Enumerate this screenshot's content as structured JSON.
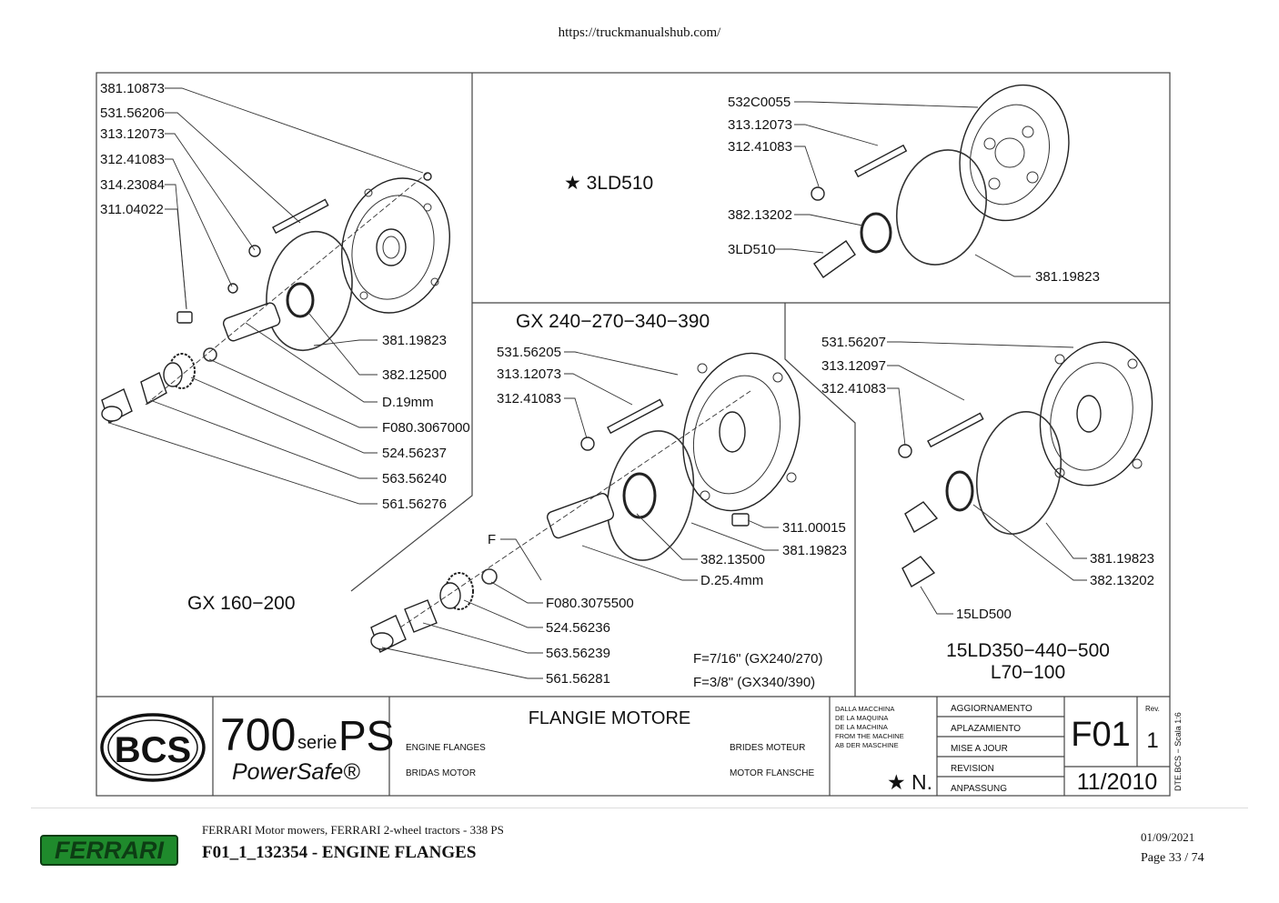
{
  "header_url": "https://truckmanualshub.com/",
  "panels": {
    "gx160": {
      "title": "GX 160−200",
      "labels_left": [
        "381.10873",
        "531.56206",
        "313.12073",
        "312.41083",
        "314.23084",
        "311.04022"
      ],
      "labels_right": [
        "381.19823",
        "382.12500",
        "D.19mm",
        "F080.3067000",
        "524.56237",
        "563.56240",
        "561.56276"
      ]
    },
    "ld510": {
      "title": "★ 3LD510",
      "labels": [
        "532C0055",
        "313.12073",
        "312.41083",
        "382.13202",
        "3LD510",
        "381.19823"
      ]
    },
    "gx240": {
      "title": "GX 240−270−340−390",
      "labels_left": [
        "531.56205",
        "313.12073",
        "312.41083"
      ],
      "labels_right": [
        "311.00015",
        "381.19823",
        "382.13500",
        "D.25.4mm"
      ],
      "labels_bottom": [
        "F",
        "F080.3075500",
        "524.56236",
        "563.56239",
        "561.56281"
      ],
      "note1": "F=7/16\" (GX240/270)",
      "note2": "F=3/8\" (GX340/390)"
    },
    "ld350": {
      "title1": "15LD350−440−500",
      "title2": "L70−100",
      "labels_left": [
        "531.56207",
        "313.12097",
        "312.41083"
      ],
      "labels_right": [
        "381.19823",
        "382.13202"
      ],
      "label_bottom": "15LD500"
    }
  },
  "title_block": {
    "brand": "BCS",
    "model_num": "700",
    "model_serie": "serie",
    "model_ps": "PS",
    "model_name": "PowerSafe®",
    "title_it": "FLANGIE MOTORE",
    "title_en": "ENGINE FLANGES",
    "title_es": "BRIDAS MOTOR",
    "title_fr": "BRIDES MOTEUR",
    "title_de": "MOTOR FLANSCHE",
    "from_machine": [
      "DALLA MACCHINA",
      "DE LA MAQUINA",
      "DE LA MACHINA",
      "FROM THE MACHINE",
      "AB DER MASCHINE"
    ],
    "star_n": "★ N.",
    "update": [
      "AGGIORNAMENTO",
      "APLAZAMIENTO",
      "MISE A JOUR",
      "REVISION",
      "ANPASSUNG"
    ],
    "code": "F01",
    "rev_label": "Rev.",
    "rev": "1",
    "date": "11/2010",
    "side_text": "DTE.BCS − Scala 1:6"
  },
  "footer": {
    "logo_text": "FERRARI",
    "line1": "FERRARI Motor mowers, FERRARI 2-wheel tractors - 338 PS",
    "line2": "F01_1_132354 - ENGINE FLANGES",
    "date": "01/09/2021",
    "page": "Page 33 / 74"
  },
  "colors": {
    "logo_green": "#1f8a2c",
    "logo_dark": "#0d3d14"
  }
}
